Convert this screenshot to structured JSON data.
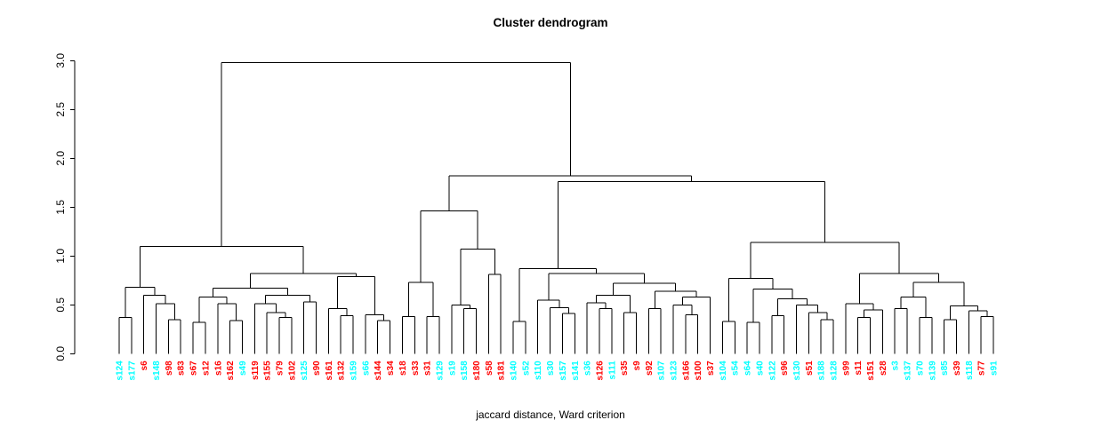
{
  "title": "Cluster dendrogram",
  "caption": "jaccard distance, Ward criterion",
  "colors": {
    "line": "#000000",
    "red_group": "#ff0000",
    "cyan_group": "#00ffff",
    "background": "#ffffff"
  },
  "y_axis": {
    "ticks": [
      0.0,
      0.5,
      1.0,
      1.5,
      2.0,
      2.5,
      3.0
    ],
    "min": 0.0,
    "max": 3.0
  },
  "chart_data": {
    "type": "dendrogram",
    "title": "Cluster dendrogram",
    "xlabel": "jaccard distance, Ward criterion",
    "ylim": [
      0.0,
      3.0
    ],
    "leaves": [
      {
        "label": "s124",
        "color": "cyan"
      },
      {
        "label": "s177",
        "color": "cyan"
      },
      {
        "label": "s6",
        "color": "red"
      },
      {
        "label": "s148",
        "color": "cyan"
      },
      {
        "label": "s98",
        "color": "red"
      },
      {
        "label": "s83",
        "color": "red"
      },
      {
        "label": "s67",
        "color": "red"
      },
      {
        "label": "s12",
        "color": "red"
      },
      {
        "label": "s16",
        "color": "red"
      },
      {
        "label": "s162",
        "color": "red"
      },
      {
        "label": "s49",
        "color": "cyan"
      },
      {
        "label": "s119",
        "color": "red"
      },
      {
        "label": "s155",
        "color": "red"
      },
      {
        "label": "s79",
        "color": "red"
      },
      {
        "label": "s102",
        "color": "red"
      },
      {
        "label": "s125",
        "color": "cyan"
      },
      {
        "label": "s90",
        "color": "red"
      },
      {
        "label": "s161",
        "color": "red"
      },
      {
        "label": "s132",
        "color": "red"
      },
      {
        "label": "s159",
        "color": "cyan"
      },
      {
        "label": "s66",
        "color": "cyan"
      },
      {
        "label": "s144",
        "color": "red"
      },
      {
        "label": "s34",
        "color": "red"
      },
      {
        "label": "s18",
        "color": "red"
      },
      {
        "label": "s33",
        "color": "red"
      },
      {
        "label": "s31",
        "color": "red"
      },
      {
        "label": "s129",
        "color": "cyan"
      },
      {
        "label": "s19",
        "color": "cyan"
      },
      {
        "label": "s158",
        "color": "cyan"
      },
      {
        "label": "s180",
        "color": "red"
      },
      {
        "label": "s58",
        "color": "red"
      },
      {
        "label": "s181",
        "color": "red"
      },
      {
        "label": "s140",
        "color": "cyan"
      },
      {
        "label": "s52",
        "color": "cyan"
      },
      {
        "label": "s110",
        "color": "cyan"
      },
      {
        "label": "s30",
        "color": "cyan"
      },
      {
        "label": "s157",
        "color": "cyan"
      },
      {
        "label": "s141",
        "color": "cyan"
      },
      {
        "label": "s36",
        "color": "cyan"
      },
      {
        "label": "s126",
        "color": "red"
      },
      {
        "label": "s111",
        "color": "cyan"
      },
      {
        "label": "s35",
        "color": "red"
      },
      {
        "label": "s9",
        "color": "red"
      },
      {
        "label": "s92",
        "color": "red"
      },
      {
        "label": "s107",
        "color": "cyan"
      },
      {
        "label": "s123",
        "color": "cyan"
      },
      {
        "label": "s166",
        "color": "red"
      },
      {
        "label": "s100",
        "color": "red"
      },
      {
        "label": "s37",
        "color": "red"
      },
      {
        "label": "s104",
        "color": "cyan"
      },
      {
        "label": "s54",
        "color": "cyan"
      },
      {
        "label": "s64",
        "color": "cyan"
      },
      {
        "label": "s40",
        "color": "cyan"
      },
      {
        "label": "s122",
        "color": "cyan"
      },
      {
        "label": "s96",
        "color": "red"
      },
      {
        "label": "s130",
        "color": "cyan"
      },
      {
        "label": "s51",
        "color": "red"
      },
      {
        "label": "s188",
        "color": "cyan"
      },
      {
        "label": "s128",
        "color": "cyan"
      },
      {
        "label": "s99",
        "color": "red"
      },
      {
        "label": "s11",
        "color": "red"
      },
      {
        "label": "s151",
        "color": "red"
      },
      {
        "label": "s28",
        "color": "red"
      },
      {
        "label": "s3",
        "color": "cyan"
      },
      {
        "label": "s137",
        "color": "cyan"
      },
      {
        "label": "s70",
        "color": "cyan"
      },
      {
        "label": "s139",
        "color": "cyan"
      },
      {
        "label": "s85",
        "color": "cyan"
      },
      {
        "label": "s39",
        "color": "red"
      },
      {
        "label": "s118",
        "color": "cyan"
      },
      {
        "label": "s77",
        "color": "red"
      },
      {
        "label": "s91",
        "color": "cyan"
      }
    ],
    "tree": {
      "h": 2.98,
      "c": [
        {
          "h": 1.1,
          "c": [
            {
              "h": 0.68,
              "c": [
                {
                  "h": 0.37,
                  "c": [
                    0,
                    1
                  ]
                },
                {
                  "h": 0.6,
                  "c": [
                    2,
                    {
                      "h": 0.51,
                      "c": [
                        3,
                        {
                          "h": 0.35,
                          "c": [
                            4,
                            5
                          ]
                        }
                      ]
                    }
                  ]
                }
              ]
            },
            {
              "h": 0.82,
              "c": [
                {
                  "h": 0.67,
                  "c": [
                    {
                      "h": 0.58,
                      "c": [
                        {
                          "h": 0.32,
                          "c": [
                            6,
                            7
                          ]
                        },
                        {
                          "h": 0.51,
                          "c": [
                            8,
                            {
                              "h": 0.34,
                              "c": [
                                9,
                                10
                              ]
                            }
                          ]
                        }
                      ]
                    },
                    {
                      "h": 0.6,
                      "c": [
                        {
                          "h": 0.51,
                          "c": [
                            11,
                            {
                              "h": 0.42,
                              "c": [
                                12,
                                {
                                  "h": 0.37,
                                  "c": [
                                    13,
                                    14
                                  ]
                                }
                              ]
                            }
                          ]
                        },
                        {
                          "h": 0.53,
                          "c": [
                            15,
                            16
                          ]
                        }
                      ]
                    }
                  ]
                },
                {
                  "h": 0.79,
                  "c": [
                    {
                      "h": 0.46,
                      "c": [
                        17,
                        {
                          "h": 0.39,
                          "c": [
                            18,
                            19
                          ]
                        }
                      ]
                    },
                    {
                      "h": 0.4,
                      "c": [
                        20,
                        {
                          "h": 0.34,
                          "c": [
                            21,
                            22
                          ]
                        }
                      ]
                    }
                  ]
                }
              ]
            }
          ]
        },
        {
          "h": 1.82,
          "c": [
            {
              "h": 1.46,
              "c": [
                {
                  "h": 0.73,
                  "c": [
                    {
                      "h": 0.38,
                      "c": [
                        23,
                        24
                      ]
                    },
                    {
                      "h": 0.38,
                      "c": [
                        25,
                        26
                      ]
                    }
                  ]
                },
                {
                  "h": 1.07,
                  "c": [
                    {
                      "h": 0.5,
                      "c": [
                        27,
                        {
                          "h": 0.46,
                          "c": [
                            28,
                            29
                          ]
                        }
                      ]
                    },
                    {
                      "h": 0.81,
                      "c": [
                        30,
                        31
                      ]
                    }
                  ]
                }
              ]
            },
            {
              "h": 1.76,
              "c": [
                {
                  "h": 0.87,
                  "c": [
                    {
                      "h": 0.33,
                      "c": [
                        32,
                        33
                      ]
                    },
                    {
                      "h": 0.82,
                      "c": [
                        {
                          "h": 0.55,
                          "c": [
                            34,
                            {
                              "h": 0.47,
                              "c": [
                                35,
                                {
                                  "h": 0.41,
                                  "c": [
                                    36,
                                    37
                                  ]
                                }
                              ]
                            }
                          ]
                        },
                        {
                          "h": 0.72,
                          "c": [
                            {
                              "h": 0.6,
                              "c": [
                                {
                                  "h": 0.52,
                                  "c": [
                                    38,
                                    {
                                      "h": 0.46,
                                      "c": [
                                        39,
                                        40
                                      ]
                                    }
                                  ]
                                },
                                {
                                  "h": 0.42,
                                  "c": [
                                    41,
                                    42
                                  ]
                                }
                              ]
                            },
                            {
                              "h": 0.64,
                              "c": [
                                {
                                  "h": 0.46,
                                  "c": [
                                    43,
                                    44
                                  ]
                                },
                                {
                                  "h": 0.58,
                                  "c": [
                                    {
                                      "h": 0.5,
                                      "c": [
                                        45,
                                        {
                                          "h": 0.4,
                                          "c": [
                                            46,
                                            47
                                          ]
                                        }
                                      ]
                                    },
                                    48
                                  ]
                                }
                              ]
                            }
                          ]
                        }
                      ]
                    }
                  ]
                },
                {
                  "h": 1.14,
                  "c": [
                    {
                      "h": 0.77,
                      "c": [
                        {
                          "h": 0.33,
                          "c": [
                            49,
                            50
                          ]
                        },
                        {
                          "h": 0.66,
                          "c": [
                            {
                              "h": 0.32,
                              "c": [
                                51,
                                52
                              ]
                            },
                            {
                              "h": 0.56,
                              "c": [
                                {
                                  "h": 0.39,
                                  "c": [
                                    53,
                                    54
                                  ]
                                },
                                {
                                  "h": 0.5,
                                  "c": [
                                    55,
                                    {
                                      "h": 0.42,
                                      "c": [
                                        56,
                                        {
                                          "h": 0.35,
                                          "c": [
                                            57,
                                            58
                                          ]
                                        }
                                      ]
                                    }
                                  ]
                                }
                              ]
                            }
                          ]
                        }
                      ]
                    },
                    {
                      "h": 0.82,
                      "c": [
                        {
                          "h": 0.51,
                          "c": [
                            59,
                            {
                              "h": 0.45,
                              "c": [
                                {
                                  "h": 0.37,
                                  "c": [
                                    60,
                                    61
                                  ]
                                },
                                62
                              ]
                            }
                          ]
                        },
                        {
                          "h": 0.73,
                          "c": [
                            {
                              "h": 0.58,
                              "c": [
                                {
                                  "h": 0.46,
                                  "c": [
                                    63,
                                    64
                                  ]
                                },
                                {
                                  "h": 0.37,
                                  "c": [
                                    65,
                                    66
                                  ]
                                }
                              ]
                            },
                            {
                              "h": 0.49,
                              "c": [
                                {
                                  "h": 0.35,
                                  "c": [
                                    67,
                                    68
                                  ]
                                },
                                {
                                  "h": 0.44,
                                  "c": [
                                    69,
                                    {
                                      "h": 0.38,
                                      "c": [
                                        70,
                                        71
                                      ]
                                    }
                                  ]
                                }
                              ]
                            }
                          ]
                        }
                      ]
                    }
                  ]
                }
              ]
            }
          ]
        }
      ]
    }
  }
}
